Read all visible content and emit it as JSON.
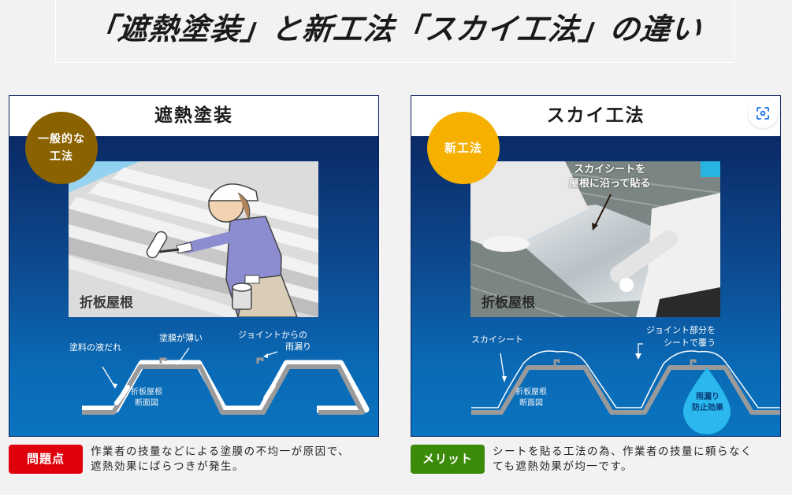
{
  "header": {
    "title": "「遮熱塗装」と新工法「スカイ工法」の違い"
  },
  "panels": {
    "left": {
      "heading": "遮熱塗装",
      "badge": "一般的な\n工法",
      "badge_line1": "一般的な",
      "badge_line2": "工法",
      "badge_color": "#8b6200",
      "photo_label": "折板屋根",
      "diagram": {
        "labels": {
          "drip": "塗料の液だれ",
          "thin": "塗膜が薄い",
          "joint_line1": "ジョイントからの",
          "joint_line2": "雨漏り",
          "section_line1": "折板屋根",
          "section_line2": "断面図"
        }
      },
      "tag": {
        "label": "問題点",
        "color": "#e0000b"
      },
      "description_line1": "作業者の技量などによる塗膜の不均一が原因で、",
      "description_line2": "遮熱効果にばらつきが発生。"
    },
    "right": {
      "heading": "スカイ工法",
      "badge_line1": "新工法",
      "badge_color": "#f5b000",
      "photo_label": "折板屋根",
      "photo_caption_line1": "スカイシートを",
      "photo_caption_line2": "屋根に沿って貼る",
      "diagram": {
        "labels": {
          "sheet": "スカイシート",
          "joint_line1": "ジョイント部分を",
          "joint_line2": "シートで覆う",
          "section_line1": "折板屋根",
          "section_line2": "断面図",
          "drop_line1": "雨漏り",
          "drop_line2": "防止効果"
        }
      },
      "tag": {
        "label": "メリット",
        "color": "#3c8a0a"
      },
      "description_line1": "シートを貼る工法の為、作業者の技量に頼らなく",
      "description_line2": "ても遮熱効果が均一です。"
    }
  },
  "overlay": {
    "lens_icon": "visual-search-icon"
  }
}
